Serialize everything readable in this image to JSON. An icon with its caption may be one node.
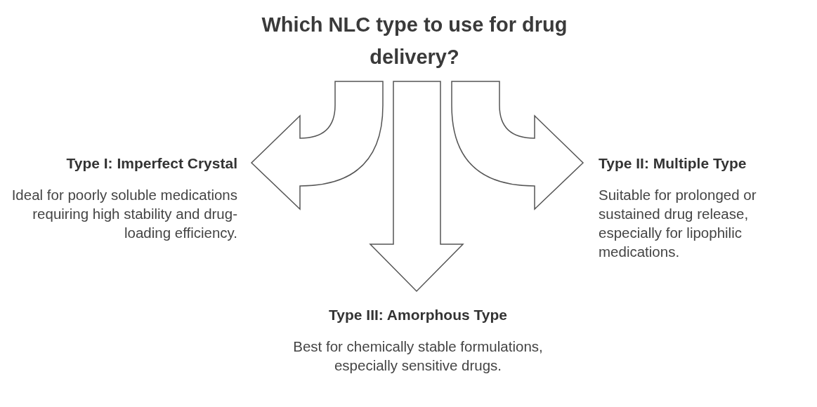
{
  "diagram": {
    "nodes": [
      {
        "text": [
          "Which NLC type to use for drug delivery?"
        ]
      },
      {
        "text": [
          "Type I: Imperfect Crystal",
          "Ideal for poorly soluble medications requiring high stability and drug-loading efficiency."
        ]
      },
      {
        "text": [
          "Type II: Multiple Type",
          "Suitable for prolonged or sustained drug release, especially for lipophilic medications."
        ]
      },
      {
        "text": [
          "Type III: Amorphous Type",
          "Best for chemically stable formulations, especially sensitive drugs."
        ]
      }
    ],
    "edges": [
      {
        "from": 0,
        "to": 1,
        "arrow": "to"
      },
      {
        "from": 0,
        "to": 3,
        "arrow": "to"
      },
      {
        "from": 0,
        "to": 2,
        "arrow": "to"
      }
    ]
  }
}
